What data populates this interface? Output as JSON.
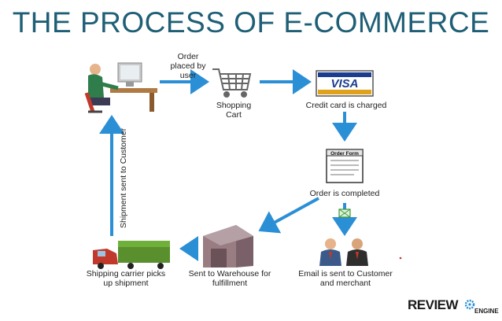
{
  "title": "THE PROCESS OF E-COMMERCE",
  "steps": {
    "order_placed": "Order placed by user",
    "cart": "Shopping Cart",
    "credit_card": "Credit card is charged",
    "order_completed": "Order is completed",
    "email": "Email is sent to Customer and merchant",
    "warehouse": "Sent to Warehouse for fulfillment",
    "carrier": "Shipping carrier picks up shipment",
    "shipment": "Shipment sent to Customer"
  },
  "icons": {
    "visa_text": "VISA",
    "order_form_text": "Order Form"
  },
  "brand": {
    "name": "REVIEW",
    "sub": "ENGINE"
  },
  "colors": {
    "title": "#1f5f76",
    "arrow": "#2b8fd6"
  }
}
